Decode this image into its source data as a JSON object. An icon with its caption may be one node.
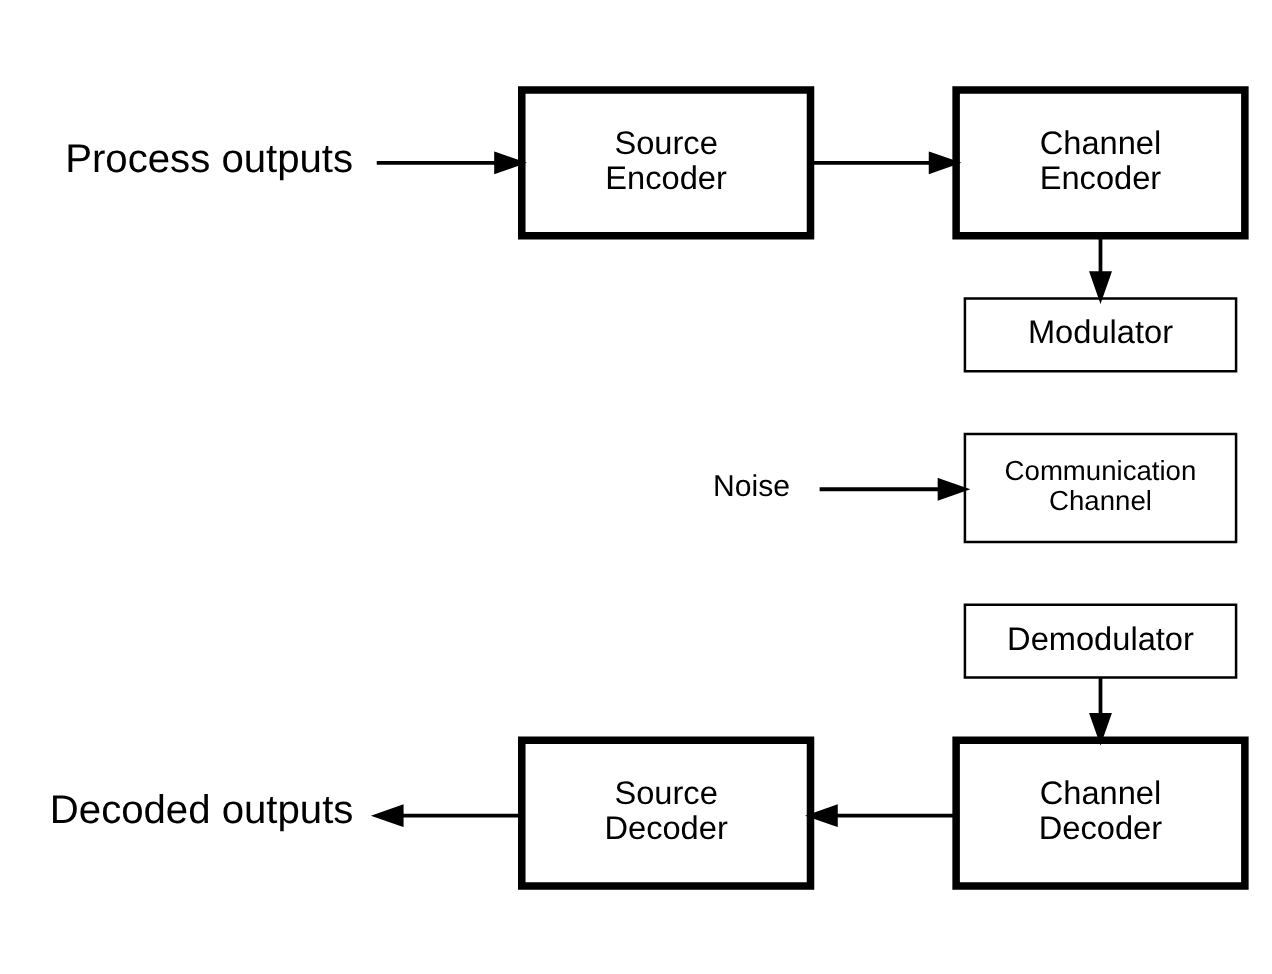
{
  "diagram": {
    "nodes": [
      {
        "text": [
          "Process outputs"
        ]
      },
      {
        "text": [
          "Source Encoder"
        ]
      },
      {
        "text": [
          "Channel Encoder"
        ]
      },
      {
        "text": [
          "Modulator"
        ]
      },
      {
        "text": [
          "Noise"
        ]
      },
      {
        "text": [
          "Communication Channel"
        ]
      },
      {
        "text": [
          "Demodulator"
        ]
      },
      {
        "text": [
          "Channel Decoder"
        ]
      },
      {
        "text": [
          "Source Decoder"
        ]
      },
      {
        "text": [
          "Decoded outputs"
        ]
      }
    ],
    "edges": [
      {
        "from": 0,
        "to": 1,
        "arrow": "to"
      },
      {
        "from": 1,
        "to": 2,
        "arrow": "to"
      },
      {
        "from": 2,
        "to": 3,
        "arrow": "to"
      },
      {
        "from": 4,
        "to": 5,
        "arrow": "to"
      },
      {
        "from": 6,
        "to": 7,
        "arrow": "to"
      },
      {
        "from": 7,
        "to": 8,
        "arrow": "to"
      },
      {
        "from": 8,
        "to": 9,
        "arrow": "to"
      }
    ]
  }
}
